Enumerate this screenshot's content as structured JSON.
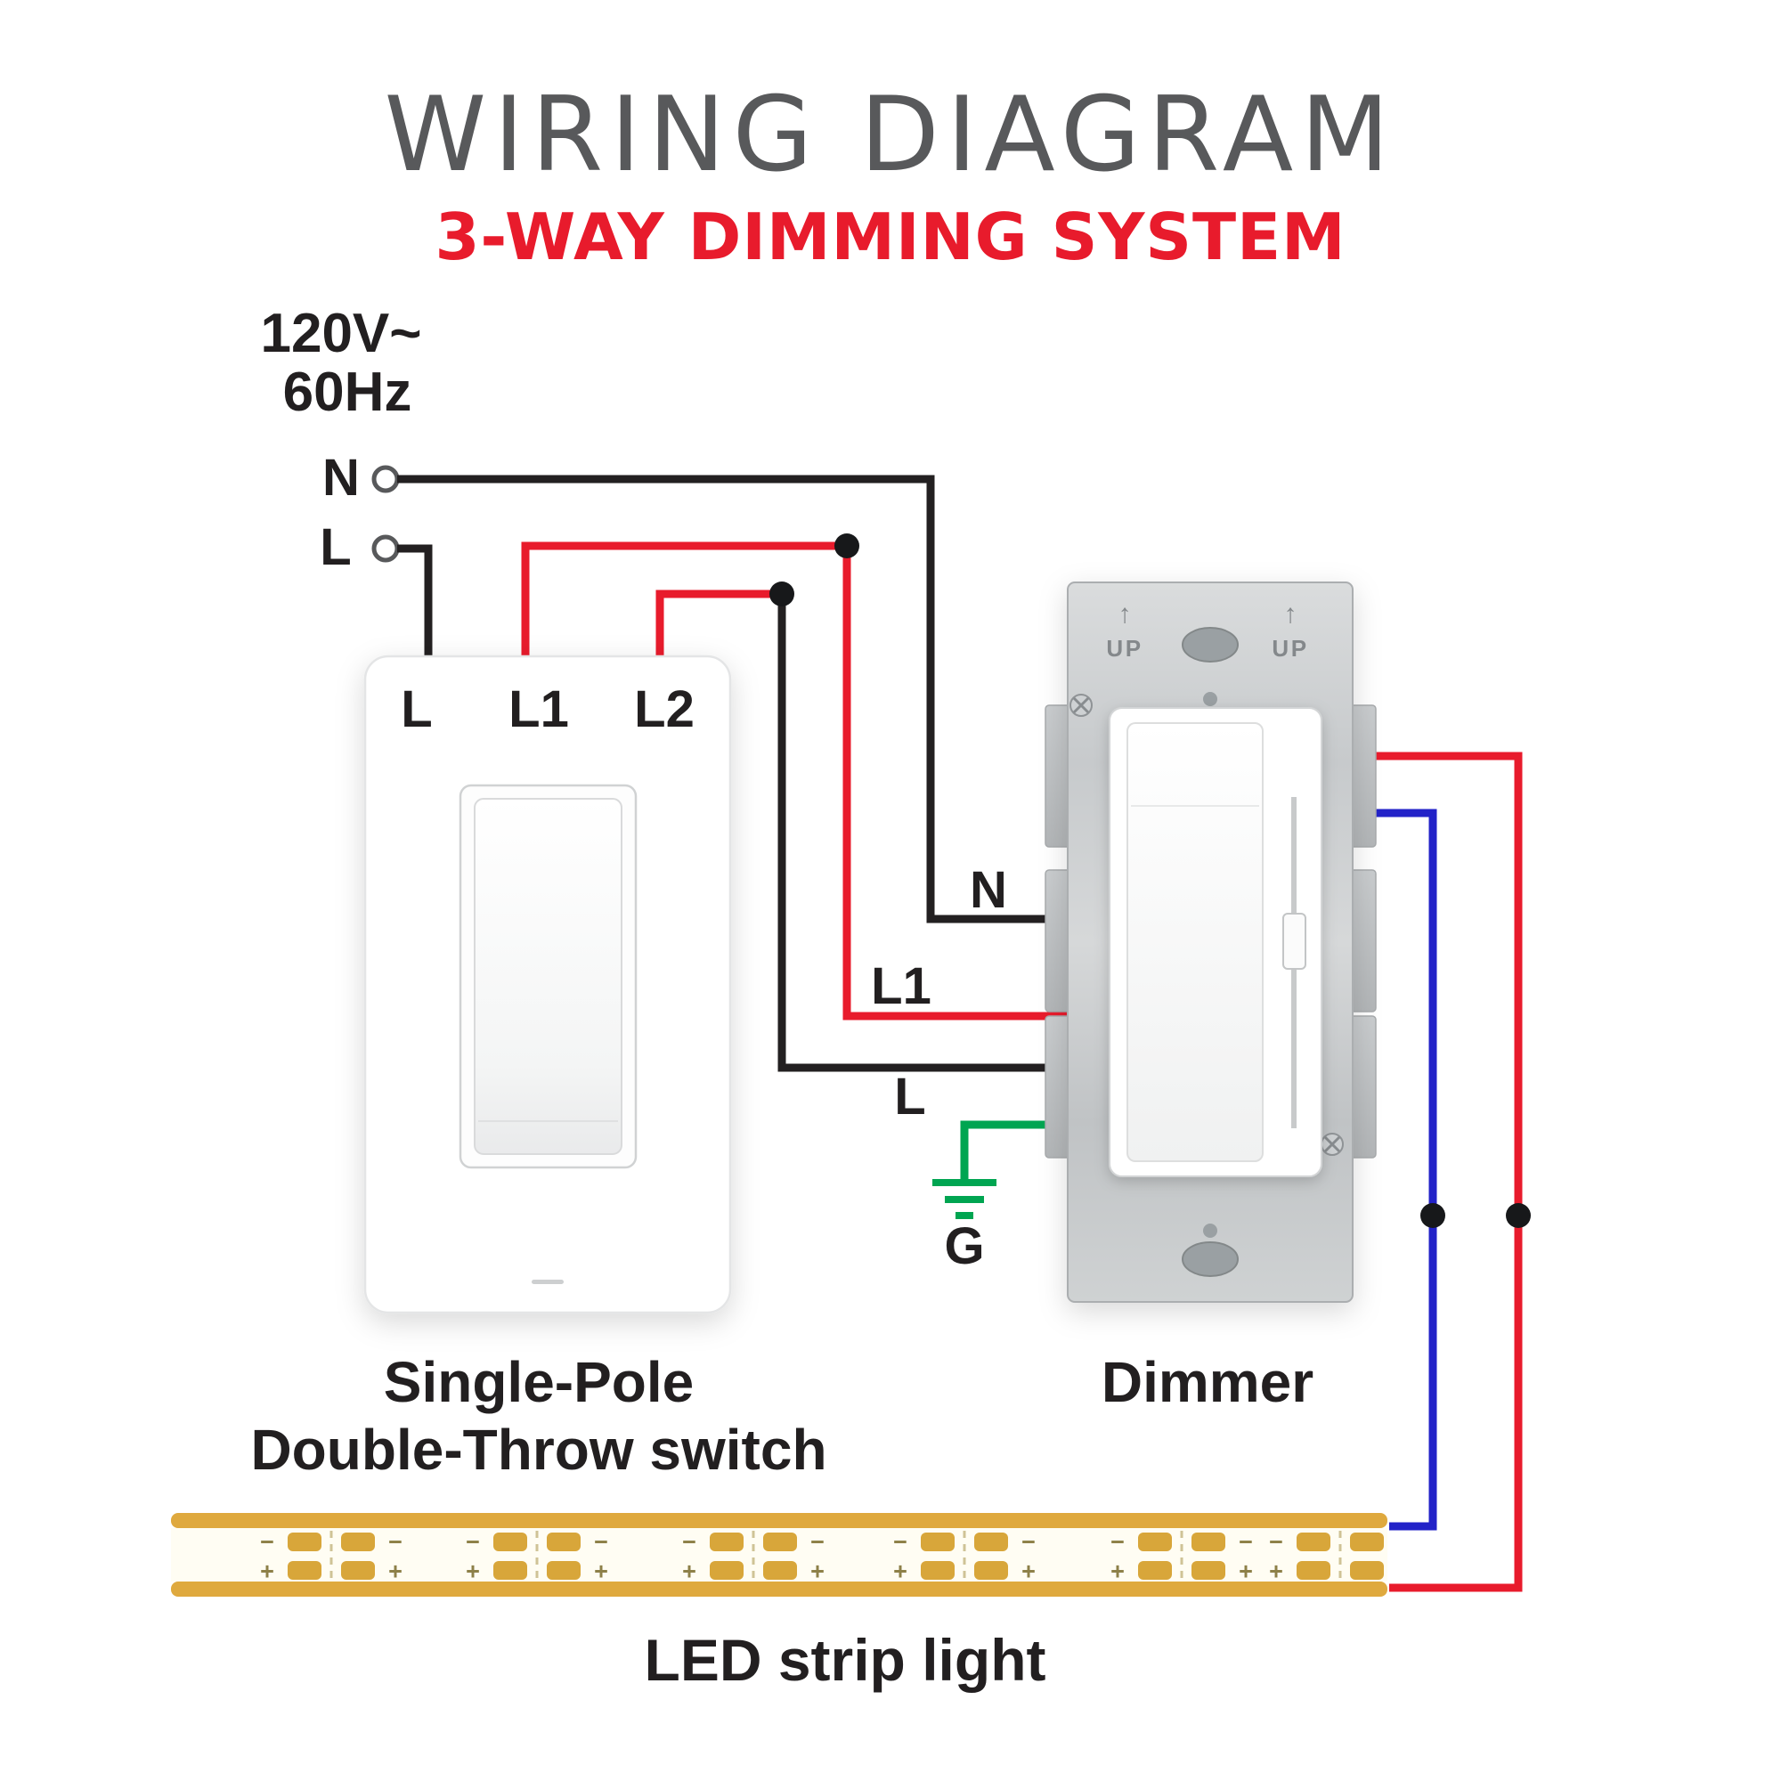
{
  "title": "WIRING DIAGRAM",
  "subtitle": "3-WAY DIMMING SYSTEM",
  "power_source": {
    "voltage": "120V~",
    "frequency": "60Hz",
    "neutral_label": "N",
    "line_label": "L"
  },
  "switch": {
    "terminals": [
      "L",
      "L1",
      "L2"
    ],
    "caption_line1": "Single-Pole",
    "caption_line2": "Double-Throw switch"
  },
  "dimmer": {
    "caption": "Dimmer",
    "terminal_n": "N",
    "terminal_l1": "L1",
    "terminal_l": "L",
    "ground_label": "G",
    "plate_marking": "UP",
    "plate_arrow": "↑"
  },
  "led_strip": {
    "caption": "LED strip light",
    "minus_label": "−",
    "plus_label": "+",
    "segment_positions": [
      372,
      603,
      846,
      1083,
      1327,
      1505
    ]
  },
  "wires": [
    {
      "label": "N",
      "color": "black",
      "from": "power N",
      "to": "dimmer N"
    },
    {
      "label": "L",
      "color": "black",
      "from": "power L",
      "to": "switch L"
    },
    {
      "label": "L1",
      "color": "red",
      "from": "switch L1",
      "to": "dimmer L1"
    },
    {
      "label": "L2",
      "color": "red/black",
      "from": "switch L2",
      "to": "dimmer L"
    },
    {
      "label": "G",
      "color": "green",
      "from": "dimmer",
      "to": "ground"
    },
    {
      "label": "+",
      "color": "red",
      "from": "dimmer",
      "to": "LED strip +"
    },
    {
      "label": "−",
      "color": "blue",
      "from": "dimmer",
      "to": "LED strip −"
    }
  ],
  "colors": {
    "title_gray": "#58595b",
    "accent_red": "#e81b2c",
    "text_dark": "#221f20",
    "wire_black": "#232021",
    "wire_red": "#e81b2c",
    "wire_blue": "#2222c8",
    "wire_green": "#00a551",
    "led_yellow": "#dfa93e",
    "led_pad_yellow": "#d8a63a"
  }
}
